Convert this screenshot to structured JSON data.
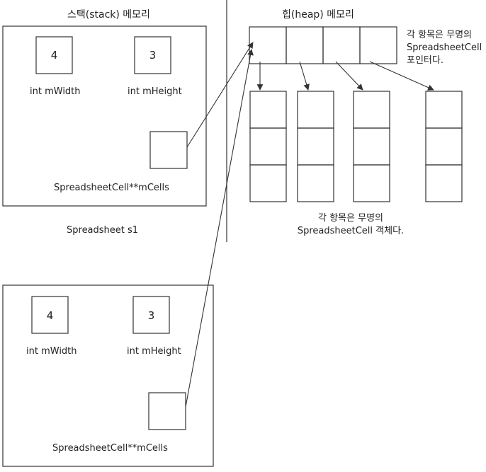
{
  "stack": {
    "title": "스택(stack) 메모리",
    "object1": {
      "width_value": "4",
      "height_value": "3",
      "width_label": "int mWidth",
      "height_label": "int mHeight",
      "cells_label": "SpreadsheetCell**mCells",
      "caption": "Spreadsheet s1"
    },
    "object2": {
      "width_value": "4",
      "height_value": "3",
      "width_label": "int mWidth",
      "height_label": "int mHeight",
      "cells_label": "SpreadsheetCell**mCells"
    }
  },
  "heap": {
    "title": "힙(heap) 메모리",
    "pointer_note": [
      "각 항목은 무명의",
      "SpreadsheetCell",
      "포인터다."
    ],
    "object_note": [
      "각 항목은 무명의",
      "SpreadsheetCell 객체다."
    ]
  }
}
